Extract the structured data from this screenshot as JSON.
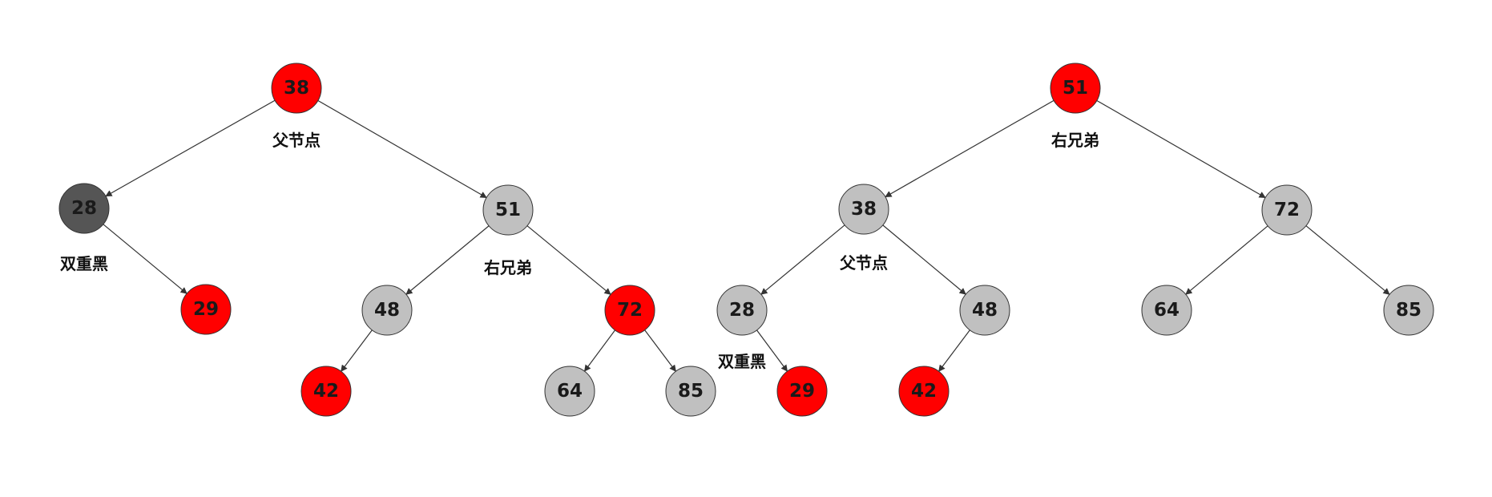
{
  "colors": {
    "red": "#ff0000",
    "black": "#555555",
    "gray": "#c0c0c0",
    "edge": "#333333"
  },
  "trees": [
    {
      "nodes": [
        {
          "id": "a38",
          "label": "38",
          "color": "red"
        },
        {
          "id": "a28",
          "label": "28",
          "color": "black"
        },
        {
          "id": "a51",
          "label": "51",
          "color": "gray"
        },
        {
          "id": "a29",
          "label": "29",
          "color": "red"
        },
        {
          "id": "a48",
          "label": "48",
          "color": "gray"
        },
        {
          "id": "a72",
          "label": "72",
          "color": "red"
        },
        {
          "id": "a42",
          "label": "42",
          "color": "red"
        },
        {
          "id": "a64",
          "label": "64",
          "color": "gray"
        },
        {
          "id": "a85",
          "label": "85",
          "color": "gray"
        }
      ],
      "edges": [
        [
          "a38",
          "a28"
        ],
        [
          "a38",
          "a51"
        ],
        [
          "a28",
          "a29"
        ],
        [
          "a51",
          "a48"
        ],
        [
          "a51",
          "a72"
        ],
        [
          "a48",
          "a42"
        ],
        [
          "a72",
          "a64"
        ],
        [
          "a72",
          "a85"
        ]
      ],
      "annotations": [
        {
          "node": "a38",
          "text": "父节点"
        },
        {
          "node": "a28",
          "text": "双重黑"
        },
        {
          "node": "a51",
          "text": "右兄弟"
        }
      ]
    },
    {
      "nodes": [
        {
          "id": "b51",
          "label": "51",
          "color": "red"
        },
        {
          "id": "b38",
          "label": "38",
          "color": "gray"
        },
        {
          "id": "b72",
          "label": "72",
          "color": "gray"
        },
        {
          "id": "b28",
          "label": "28",
          "color": "gray"
        },
        {
          "id": "b48",
          "label": "48",
          "color": "gray"
        },
        {
          "id": "b64",
          "label": "64",
          "color": "gray"
        },
        {
          "id": "b85",
          "label": "85",
          "color": "gray"
        },
        {
          "id": "b29",
          "label": "29",
          "color": "red"
        },
        {
          "id": "b42",
          "label": "42",
          "color": "red"
        }
      ],
      "edges": [
        [
          "b51",
          "b38"
        ],
        [
          "b51",
          "b72"
        ],
        [
          "b38",
          "b28"
        ],
        [
          "b38",
          "b48"
        ],
        [
          "b72",
          "b64"
        ],
        [
          "b72",
          "b85"
        ],
        [
          "b28",
          "b29"
        ],
        [
          "b48",
          "b42"
        ]
      ],
      "annotations": [
        {
          "node": "b51",
          "text": "右兄弟"
        },
        {
          "node": "b38",
          "text": "父节点"
        },
        {
          "node": "b28",
          "text": "双重黑"
        }
      ]
    }
  ]
}
